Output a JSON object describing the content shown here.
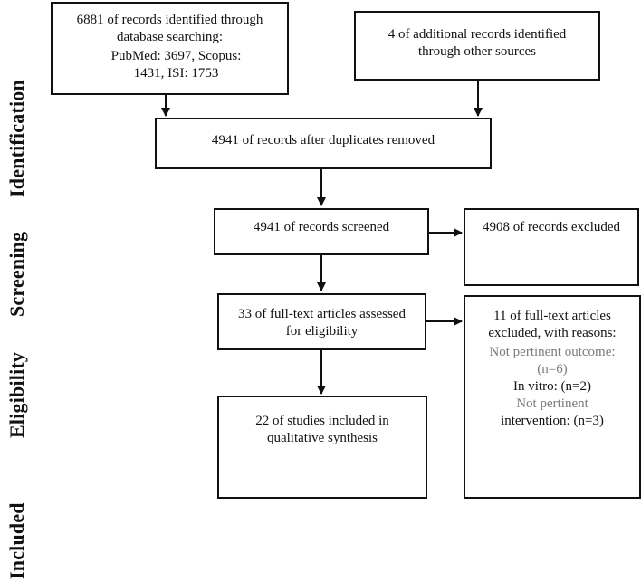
{
  "stage_labels": {
    "identification": "Identification",
    "screening": "Screening",
    "eligibility": "Eligibility",
    "included": "Included"
  },
  "boxes": {
    "database": {
      "line1": "6881 of records identified through",
      "line2": "database searching:",
      "line3": "PubMed: 3697, Scopus:",
      "line4": "1431, ISI: 1753"
    },
    "other_sources": {
      "line1": "4 of additional records identified",
      "line2": "through other sources"
    },
    "duplicates_removed": {
      "line1": "4941 of records after duplicates removed"
    },
    "screened": {
      "line1": "4941 of records screened"
    },
    "excluded": {
      "line1": "4908 of records excluded"
    },
    "fulltext": {
      "line1": "33 of full-text articles assessed",
      "line2": "for eligibility"
    },
    "fulltext_excluded": {
      "line1": "11 of full-text articles",
      "line2": "excluded, with reasons:",
      "line3": "Not pertinent outcome:",
      "line4": "(n=6)",
      "line5": "In vitro: (n=2)",
      "line6": "Not pertinent",
      "line7": "intervention: (n=3)"
    },
    "included": {
      "line1": "22 of studies included in",
      "line2": "qualitative synthesis"
    }
  },
  "colors": {
    "stroke": "#111111",
    "muted_text": "#7a7a7a"
  }
}
